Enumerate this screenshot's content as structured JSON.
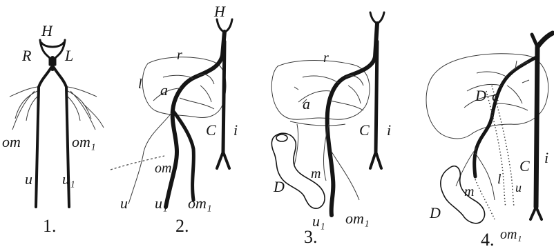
{
  "figures": [
    {
      "number": "1.",
      "labels": {
        "heart": "H",
        "right": "R",
        "left": "L",
        "omphalomesenteric_right": "om",
        "omphalomesenteric_left": "om₁",
        "umbilical_right": "u",
        "umbilical_left": "u₁"
      }
    },
    {
      "number": "2.",
      "labels": {
        "heart": "H",
        "ring_upper": "r",
        "ring_left": "l",
        "annular": "a",
        "cava": "C",
        "iliac": "i",
        "omphalomesenteric": "om",
        "omphalomesenteric_left": "om₁",
        "umbilical": "u",
        "umbilical_left": "u₁"
      }
    },
    {
      "number": "3.",
      "labels": {
        "ring_upper": "r",
        "annular": "a",
        "cava": "C",
        "iliac": "i",
        "duodenum": "D",
        "mesenteric": "m",
        "umbilical_left": "u₁",
        "omphalomesenteric_left": "om₁"
      }
    },
    {
      "number": "4.",
      "labels": {
        "duodenum_upper": "D",
        "annular": "a",
        "cava": "C",
        "iliac": "i",
        "duodenum": "D",
        "mesenteric": "m",
        "left_vein": "l",
        "umbilical": "u",
        "omphalomesenteric_left": "om₁"
      }
    }
  ]
}
